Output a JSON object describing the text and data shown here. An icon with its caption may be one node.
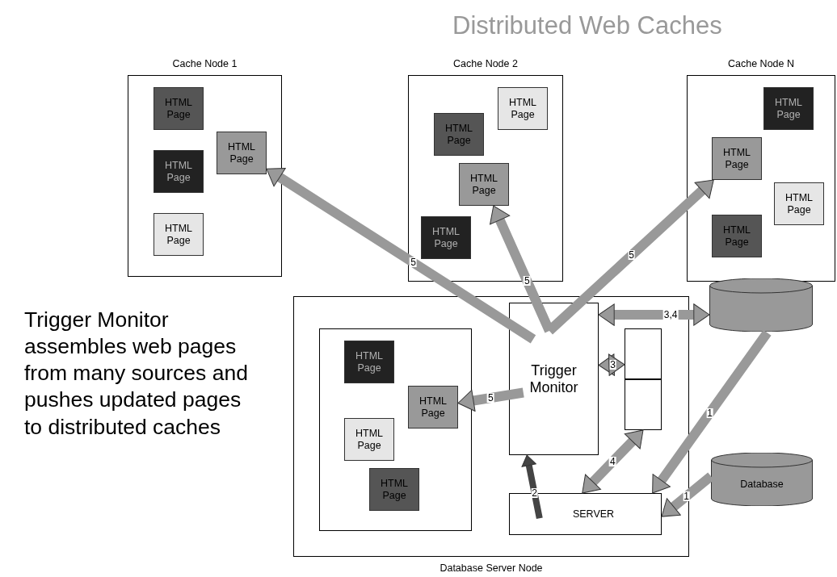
{
  "diagram": {
    "title": "Distributed Web Caches",
    "nodes": [
      {
        "text": [
          "Cache Node 1"
        ]
      },
      {
        "text": [
          "HTML Page"
        ],
        "in": 0
      },
      {
        "text": [
          "HTML Page"
        ],
        "in": 0
      },
      {
        "text": [
          "HTML Page"
        ],
        "in": 0
      },
      {
        "text": [
          "HTML Page"
        ],
        "in": 0
      },
      {
        "text": [
          "Cache Node 2"
        ]
      },
      {
        "text": [
          "HTML Page"
        ],
        "in": 5
      },
      {
        "text": [
          "HTML Page"
        ],
        "in": 5
      },
      {
        "text": [
          "HTML Page"
        ],
        "in": 5
      },
      {
        "text": [
          "HTML Page"
        ],
        "in": 5
      },
      {
        "text": [
          "Cache Node N"
        ]
      },
      {
        "text": [
          "HTML Page"
        ],
        "in": 10
      },
      {
        "text": [
          "HTML Page"
        ],
        "in": 10
      },
      {
        "text": [
          "HTML Page"
        ],
        "in": 10
      },
      {
        "text": [
          "HTML Page"
        ],
        "in": 10
      },
      {
        "text": [
          "Database Server Node"
        ]
      },
      {
        "text": [],
        "shape": "box",
        "in": 15
      },
      {
        "text": [
          "HTML Page"
        ],
        "in": 16
      },
      {
        "text": [
          "HTML Page"
        ],
        "in": 16
      },
      {
        "text": [
          "HTML Page"
        ],
        "in": 16
      },
      {
        "text": [
          "HTML Page"
        ],
        "in": 16
      },
      {
        "text": [
          "Trigger Monitor"
        ],
        "in": 15
      },
      {
        "text": [],
        "shape": "box",
        "in": 15
      },
      {
        "text": [],
        "shape": "box",
        "in": 15
      },
      {
        "text": [
          "SERVER"
        ],
        "in": 15
      },
      {
        "text": [],
        "shape": "cylinder"
      },
      {
        "text": [
          "Database"
        ]
      }
    ],
    "edges": [
      {
        "from": 21,
        "to": 4,
        "arrow": "to",
        "label": "5"
      },
      {
        "from": 21,
        "to": 8,
        "arrow": "to",
        "label": "5"
      },
      {
        "from": 21,
        "to": 12,
        "arrow": "to",
        "label": "5"
      },
      {
        "from": 21,
        "to": 18,
        "arrow": "to",
        "label": "5"
      },
      {
        "from": 21,
        "to": 25,
        "arrow": "both",
        "label": "3,4"
      },
      {
        "from": 21,
        "to": 22,
        "arrow": "both",
        "label": "3"
      },
      {
        "from": 23,
        "to": 24,
        "arrow": "both",
        "label": "4"
      },
      {
        "from": 25,
        "to": 24,
        "arrow": "to",
        "label": "1"
      },
      {
        "from": 26,
        "to": 24,
        "arrow": "to",
        "label": "1"
      },
      {
        "from": 24,
        "to": 21,
        "arrow": "to",
        "label": "2",
        "color": "#444444"
      }
    ],
    "labels": [
      "Trigger Monitor assembles web pages from many sources and pushes updated pages to distributed caches"
    ]
  }
}
